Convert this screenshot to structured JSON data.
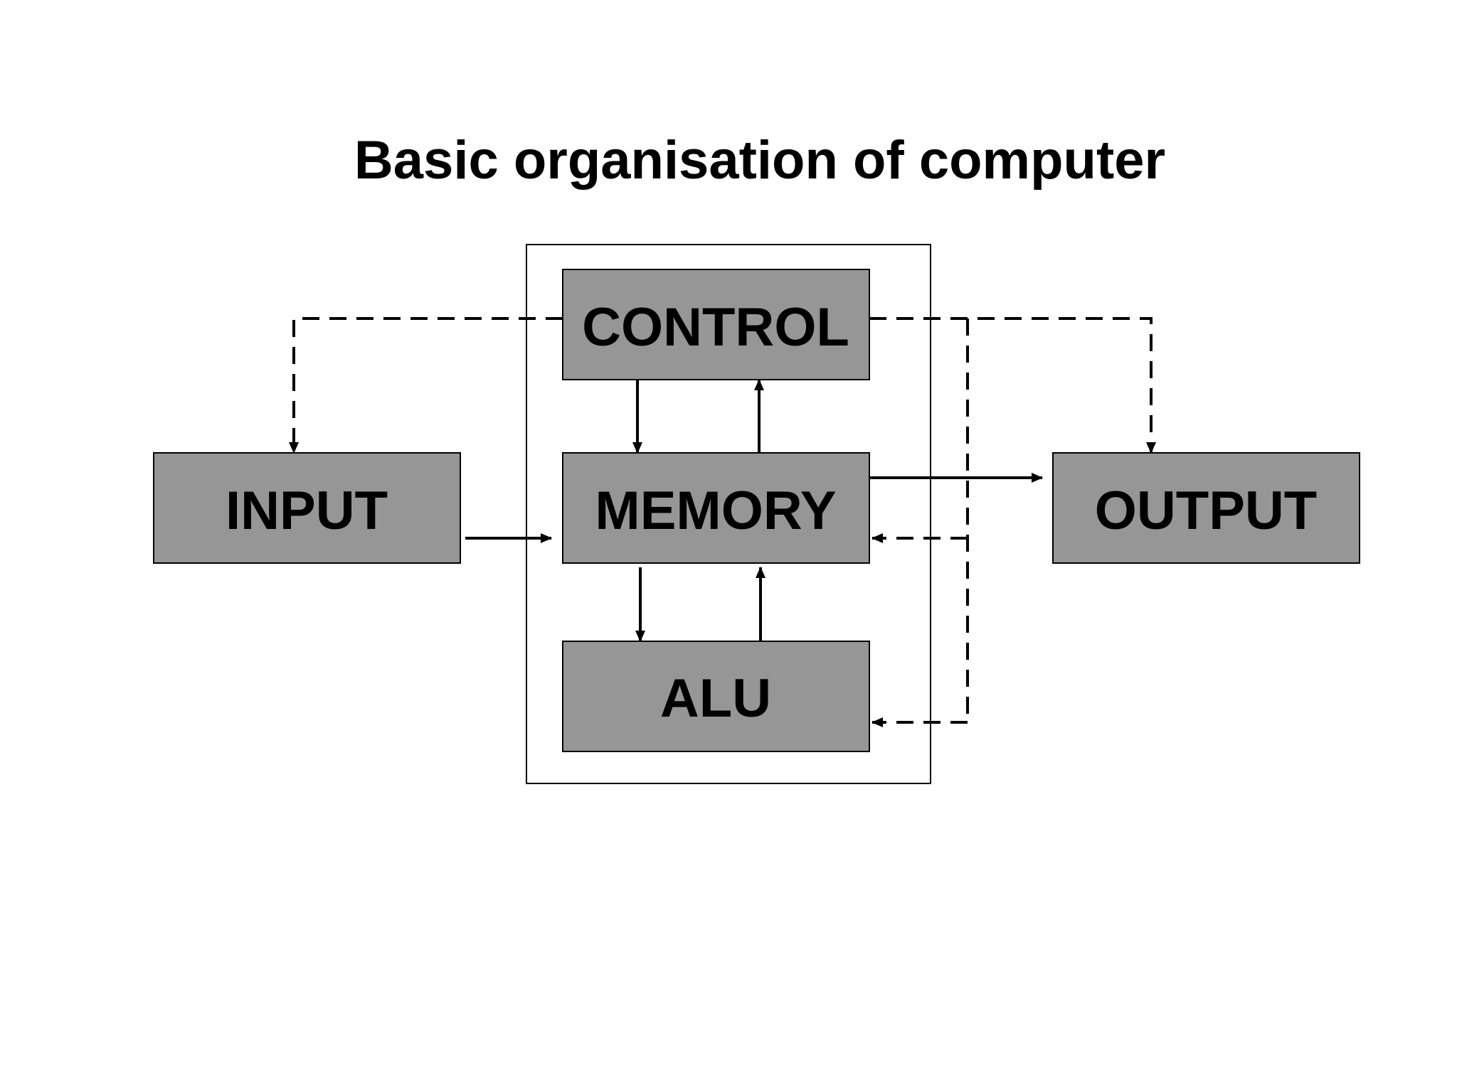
{
  "title": "Basic organisation of computer",
  "colors": {
    "block_fill": "#969696",
    "block_stroke": "#000000",
    "line": "#000000",
    "background": "#ffffff"
  },
  "blocks": {
    "control": "CONTROL",
    "memory": "MEMORY",
    "alu": "ALU",
    "input": "INPUT",
    "output": "OUTPUT"
  },
  "connections": [
    {
      "from": "input",
      "to": "memory",
      "style": "solid"
    },
    {
      "from": "control",
      "to": "memory",
      "style": "solid"
    },
    {
      "from": "memory",
      "to": "control",
      "style": "solid"
    },
    {
      "from": "memory",
      "to": "alu",
      "style": "solid"
    },
    {
      "from": "alu",
      "to": "memory",
      "style": "solid"
    },
    {
      "from": "memory",
      "to": "output",
      "style": "solid"
    },
    {
      "from": "control",
      "to": "input",
      "style": "dashed"
    },
    {
      "from": "control",
      "to": "output",
      "style": "dashed"
    },
    {
      "from": "control",
      "to": "memory",
      "style": "dashed"
    },
    {
      "from": "control",
      "to": "alu",
      "style": "dashed"
    }
  ]
}
